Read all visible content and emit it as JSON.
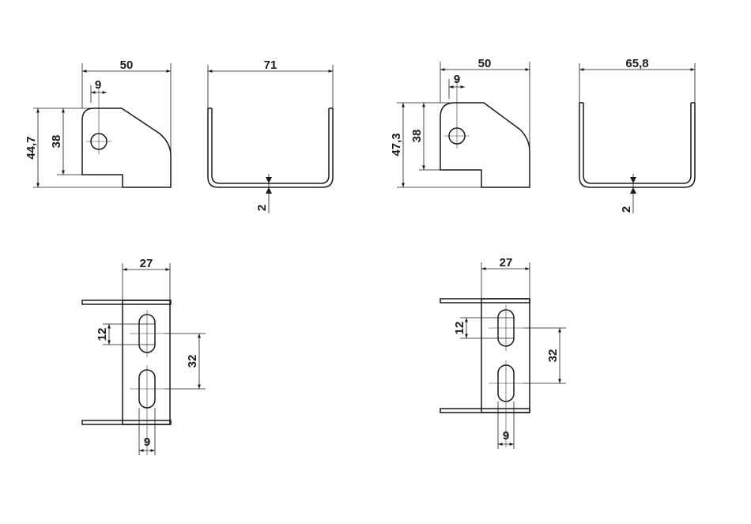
{
  "views": {
    "left_side": {
      "width": "50",
      "hole_offset": "9",
      "height_total": "44,7",
      "hole_height": "38"
    },
    "left_front": {
      "width": "71",
      "thickness": "2"
    },
    "right_side": {
      "width": "50",
      "hole_offset": "9",
      "height_total": "47,3",
      "hole_height": "38"
    },
    "right_front": {
      "width": "65,8",
      "thickness": "2"
    },
    "left_bottom": {
      "width": "27",
      "slot_length": "12",
      "slot_pitch": "32",
      "slot_width": "9"
    },
    "right_bottom": {
      "width": "27",
      "slot_length": "12",
      "slot_pitch": "32",
      "slot_width": "9"
    }
  }
}
